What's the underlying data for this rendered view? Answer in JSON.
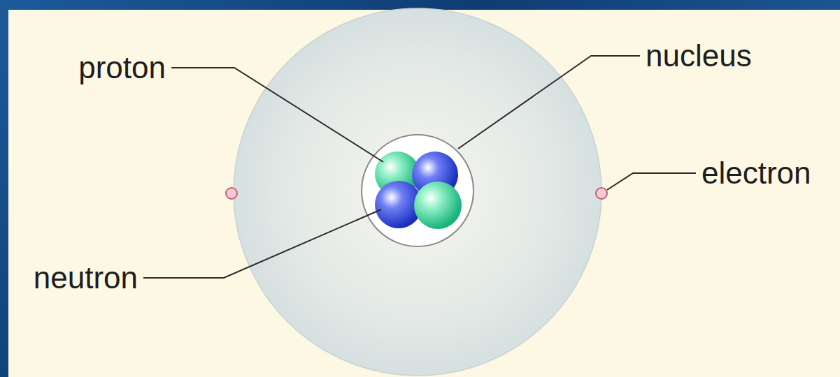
{
  "diagram": {
    "labels": [
      "proton",
      "nucleus",
      "electron",
      "neutron"
    ]
  }
}
